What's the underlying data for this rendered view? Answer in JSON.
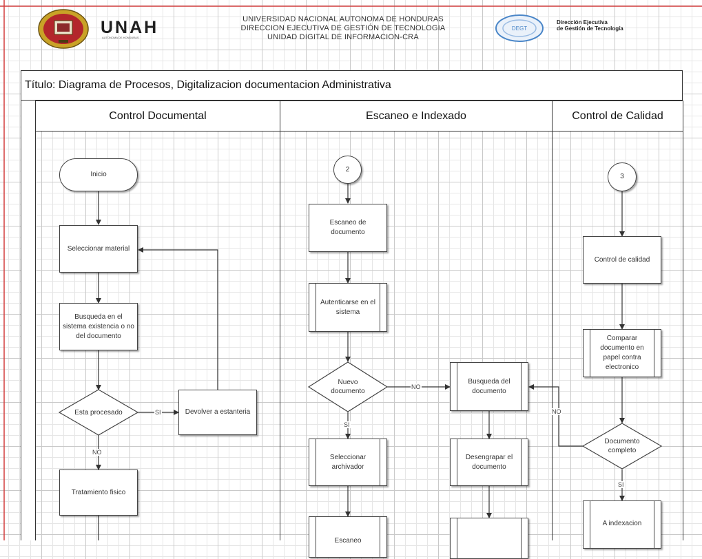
{
  "header": {
    "brand": "UNAH",
    "brand_sub": "AUTONOMA DE HONDURAS",
    "lines": [
      "UNIVERSIDAD NACIONAL AUTONOMA DE HONDURAS",
      "DIRECCION EJECUTIVA DE GESTIÓN DE TECNOLOGIA",
      "UNIDAD DIGITAL DE INFORMACION-CRA"
    ],
    "degt_logo_text": "DEGT",
    "degt_line1": "Dirección Ejecutiva",
    "degt_line2": "de Gestión de Tecnología"
  },
  "title": "Título: Diagrama de Procesos, Digitalizacion documentacion Administrativa",
  "lanes": [
    "Control Documental",
    "Escaneo e Indexado",
    "Control de Calidad"
  ],
  "nodes": {
    "inicio": "Inicio",
    "seleccionar_material": "Seleccionar material",
    "busqueda_sistema": "Busqueda en el sistema existencia o no del documento",
    "esta_procesado": "Esta procesado",
    "devolver_estanteria": "Devolver a estanteria",
    "tratamiento_fisico": "Tratamiento fisico",
    "connector_2": "2",
    "escaneo_documento": "Escaneo de documento",
    "autenticarse": "Autenticarse en el sistema",
    "nuevo_documento": "Nuevo documento",
    "busqueda_documento": "Busqueda del documento",
    "seleccionar_archivador": "Seleccionar archivador",
    "desengrapar": "Desengrapar el documento",
    "escaneo_partial": "Escaneo",
    "connector_3": "3",
    "control_calidad": "Control de calidad",
    "comparar_documento": "Comparar documento en papel contra electronico",
    "documento_completo": "Documento completo",
    "a_indexacion": "A indexacion"
  },
  "edge_labels": {
    "si_1": "SI",
    "no_1": "NO",
    "no_2": "NO",
    "si_2": "SI",
    "no_3": "NO",
    "si_3": "SI"
  },
  "colors": {
    "unah_logo_gold": "#c9a227",
    "unah_logo_red": "#b3262b",
    "degt_blue": "#4a86c8",
    "page_edge_red": "#d23c3c",
    "grid": "#c9c9c9"
  }
}
